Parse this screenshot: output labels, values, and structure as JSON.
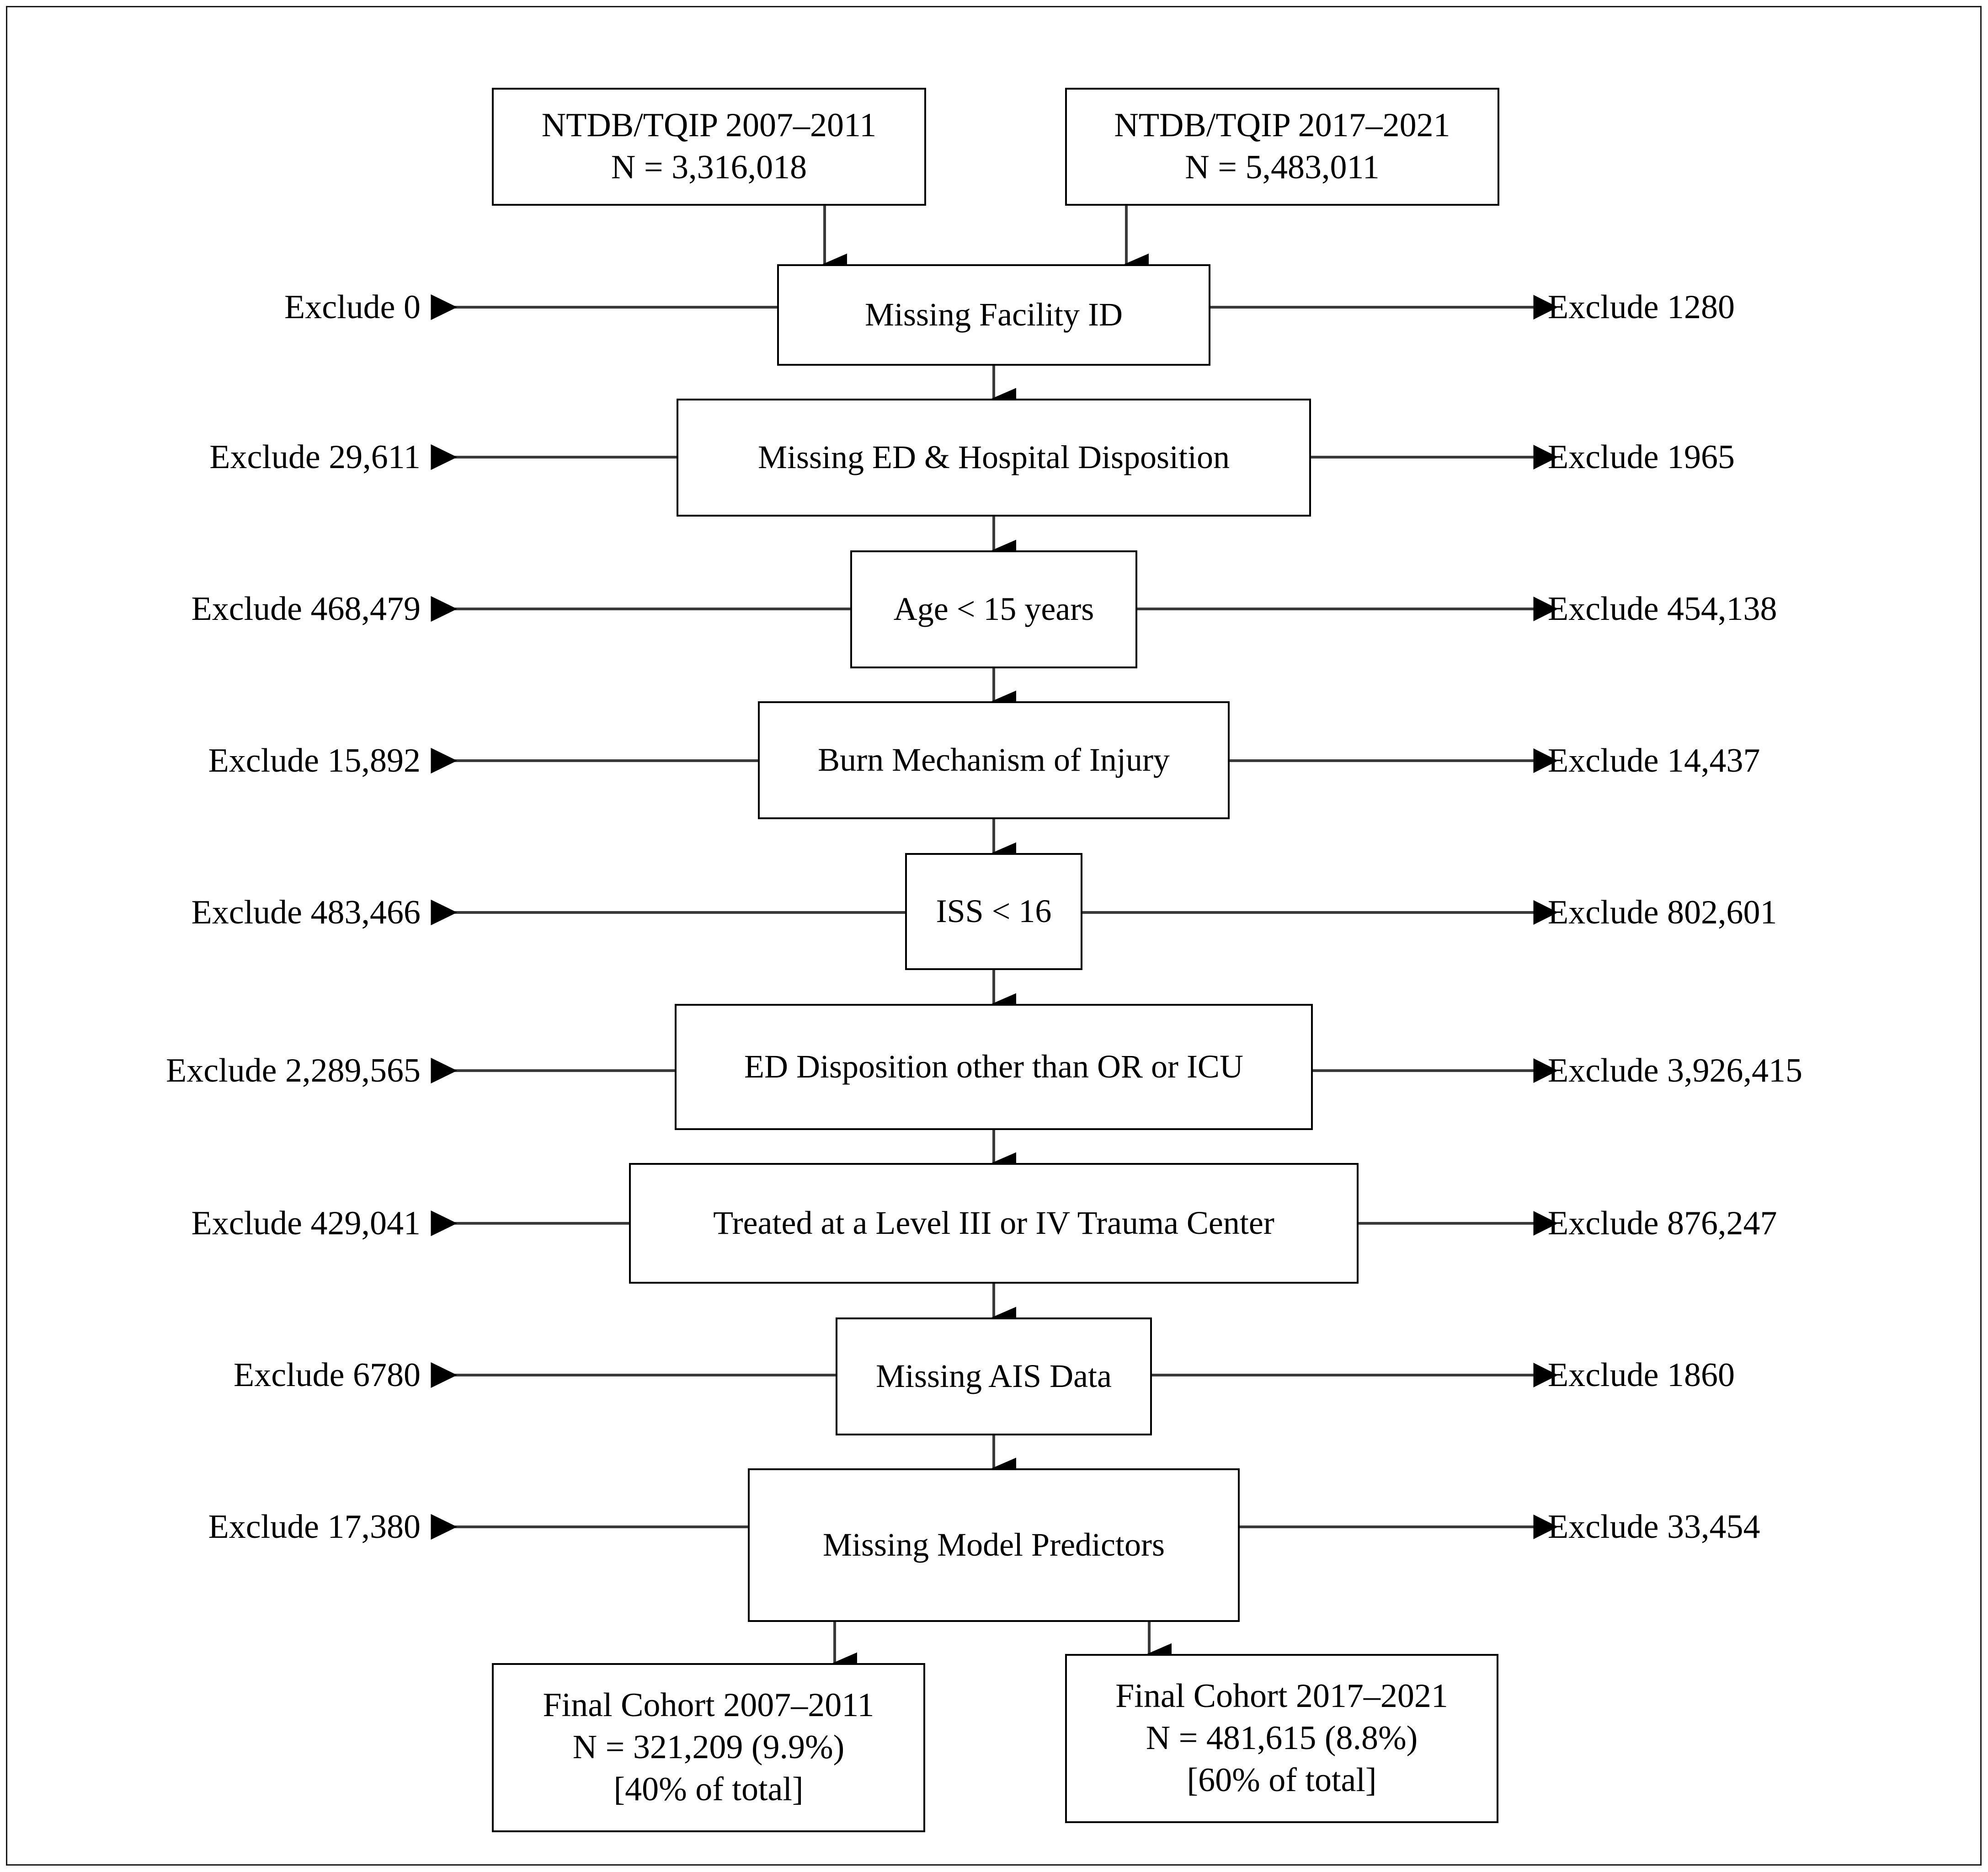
{
  "diagram": {
    "title": "Cohort selection flow diagram",
    "type": "flowchart",
    "colors": {
      "line": "#000000",
      "frame": "#1a1a1a",
      "background": "#ffffff"
    }
  },
  "sources": [
    {
      "id": "source-2007",
      "line1": "NTDB/TQIP 2007–2011",
      "line2": "N = 3,316,018"
    },
    {
      "id": "source-2017",
      "line1": "NTDB/TQIP 2017–2021",
      "line2": "N = 5,483,011"
    }
  ],
  "steps": [
    {
      "id": "missing-facility-id",
      "label": "Missing Facility ID",
      "exclude_left": "Exclude 0",
      "exclude_right": "Exclude 1280"
    },
    {
      "id": "missing-ed-hospital-disposition",
      "label": "Missing ED & Hospital Disposition",
      "exclude_left": "Exclude 29,611",
      "exclude_right": "Exclude 1965"
    },
    {
      "id": "age-under-15",
      "label": "Age < 15 years",
      "exclude_left": "Exclude 468,479",
      "exclude_right": "Exclude 454,138"
    },
    {
      "id": "burn-mechanism",
      "label": "Burn Mechanism of Injury",
      "exclude_left": "Exclude 15,892",
      "exclude_right": "Exclude 14,437"
    },
    {
      "id": "iss-under-16",
      "label": "ISS < 16",
      "exclude_left": "Exclude 483,466",
      "exclude_right": "Exclude 802,601"
    },
    {
      "id": "ed-disposition-other",
      "label": "ED Disposition other than OR or ICU",
      "exclude_left": "Exclude 2,289,565",
      "exclude_right": "Exclude 3,926,415"
    },
    {
      "id": "level-3-or-4-center",
      "label": "Treated at a Level III or IV Trauma Center",
      "exclude_left": "Exclude 429,041",
      "exclude_right": "Exclude 876,247"
    },
    {
      "id": "missing-ais-data",
      "label": "Missing AIS Data",
      "exclude_left": "Exclude 6780",
      "exclude_right": "Exclude 1860"
    },
    {
      "id": "missing-model-predictors",
      "label": "Missing Model Predictors",
      "exclude_left": "Exclude 17,380",
      "exclude_right": "Exclude 33,454"
    }
  ],
  "final_cohorts": [
    {
      "id": "final-cohort-2007",
      "line1": "Final Cohort 2007–2011",
      "line2": "N = 321,209 (9.9%)",
      "line3": "[40% of total]"
    },
    {
      "id": "final-cohort-2017",
      "line1": "Final Cohort 2017–2021",
      "line2": "N = 481,615 (8.8%)",
      "line3": "[60% of total]"
    }
  ]
}
